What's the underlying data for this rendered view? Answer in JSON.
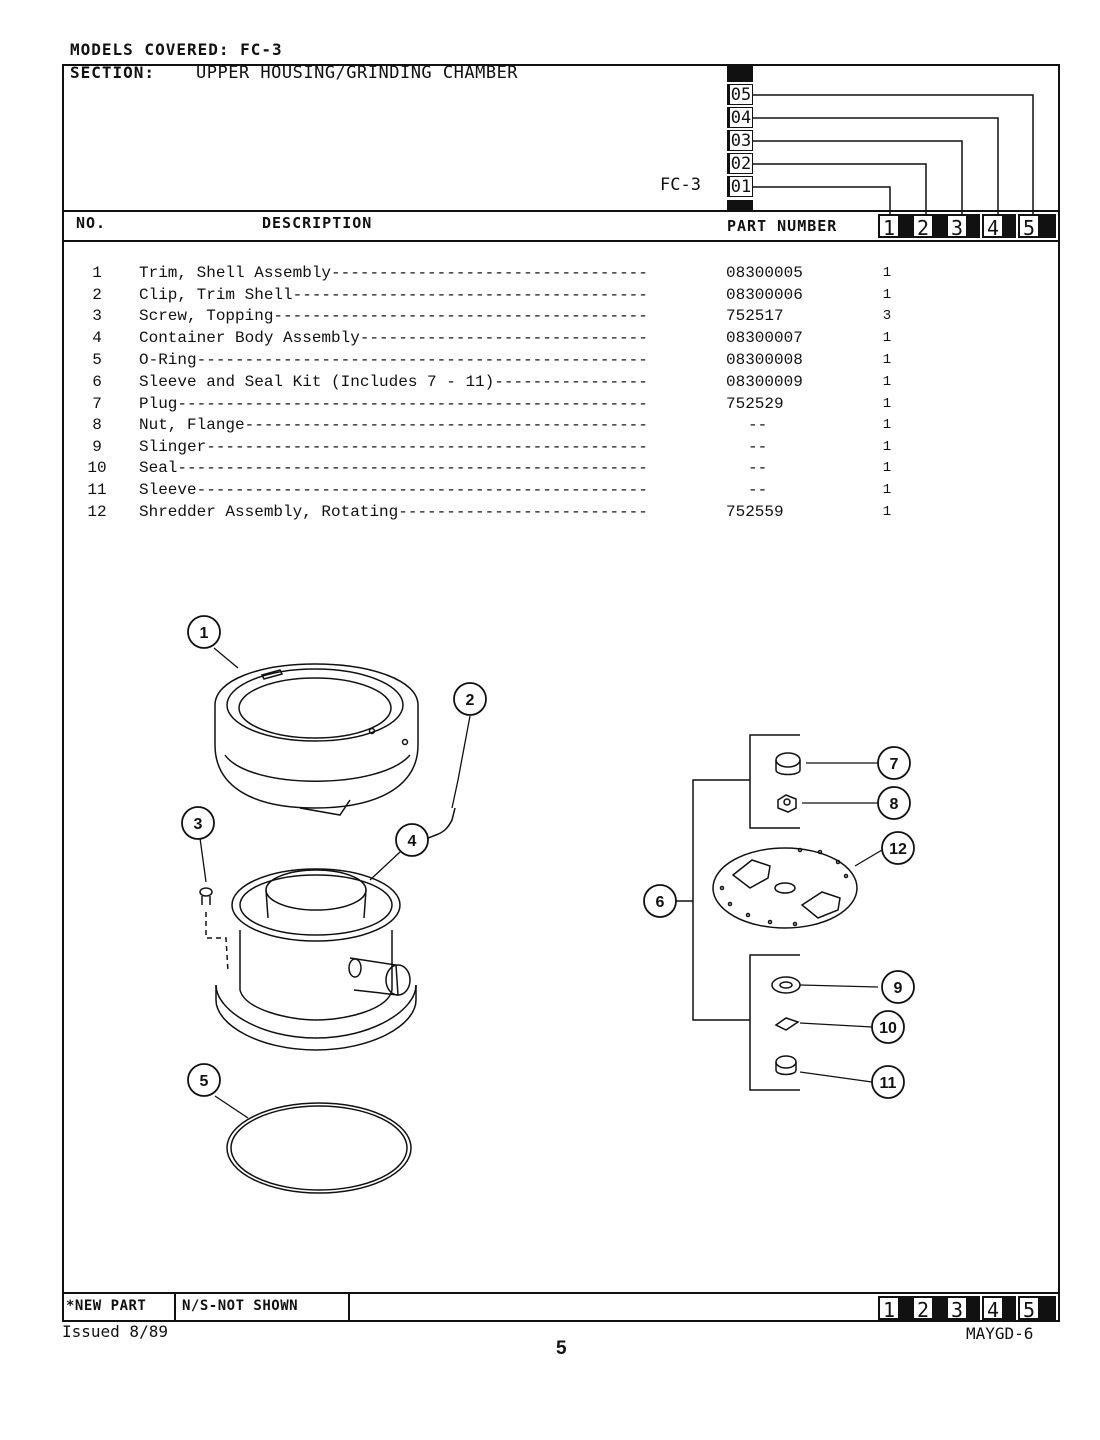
{
  "header": {
    "models_covered": "MODELS COVERED: FC-3",
    "section_label": "SECTION:",
    "section_title": "UPPER HOUSING/GRINDING CHAMBER",
    "model_name": "FC-3",
    "model_codes": [
      "05",
      "04",
      "03",
      "02",
      "01"
    ]
  },
  "columns": {
    "no": "NO.",
    "description": "DESCRIPTION",
    "part_number": "PART NUMBER",
    "variant_numbers": [
      "1",
      "2",
      "3",
      "4",
      "5"
    ]
  },
  "parts": [
    {
      "no": "1",
      "description": "Trim, Shell Assembly---------------------------------",
      "part_number": "08300005",
      "qty": "1"
    },
    {
      "no": "2",
      "description": "Clip, Trim Shell-------------------------------------",
      "part_number": "08300006",
      "qty": "1"
    },
    {
      "no": "3",
      "description": "Screw, Topping---------------------------------------",
      "part_number": "752517",
      "qty": "3"
    },
    {
      "no": "4",
      "description": "Container Body Assembly------------------------------",
      "part_number": "08300007",
      "qty": "1"
    },
    {
      "no": "5",
      "description": "O-Ring-----------------------------------------------",
      "part_number": "08300008",
      "qty": "1"
    },
    {
      "no": "6",
      "description": "Sleeve and Seal Kit (Includes 7 - 11)----------------",
      "part_number": "08300009",
      "qty": "1"
    },
    {
      "no": "7",
      "description": "Plug-------------------------------------------------",
      "part_number": "752529",
      "qty": "1"
    },
    {
      "no": "8",
      "description": "Nut, Flange------------------------------------------",
      "part_number": "  --",
      "qty": "1"
    },
    {
      "no": "9",
      "description": "Slinger----------------------------------------------",
      "part_number": "  --",
      "qty": "1"
    },
    {
      "no": "10",
      "description": "Seal-------------------------------------------------",
      "part_number": "  --",
      "qty": "1"
    },
    {
      "no": "11",
      "description": "Sleeve-----------------------------------------------",
      "part_number": "  --",
      "qty": "1"
    },
    {
      "no": "12",
      "description": "Shredder Assembly, Rotating--------------------------",
      "part_number": "752559",
      "qty": "1"
    }
  ],
  "diagram": {
    "callouts": [
      "1",
      "2",
      "3",
      "4",
      "5",
      "6",
      "7",
      "8",
      "9",
      "10",
      "11",
      "12"
    ]
  },
  "footer": {
    "new_part": "*NEW PART",
    "not_shown": "N/S-NOT SHOWN",
    "variant_numbers": [
      "1",
      "2",
      "3",
      "4",
      "5"
    ],
    "issued": "Issued 8/89",
    "page_number": "5",
    "doc_id": "MAYGD-6"
  }
}
